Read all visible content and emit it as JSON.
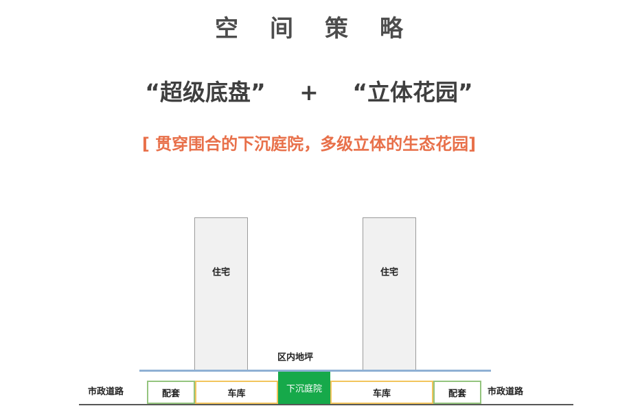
{
  "title": "空间策略",
  "subtitle": {
    "left": "“超级底盘”",
    "plus": "+",
    "right": "“立体花园”"
  },
  "tagline": "[  贯穿围合的下沉庭院，多级立体的生态花园]",
  "diagram": {
    "tower_left_label": "住宅",
    "tower_right_label": "住宅",
    "ground_label": "区内地坪",
    "road_left": "市政道路",
    "road_right": "市政道路",
    "facility_left": "配套",
    "garage_left": "车库",
    "sunken_court": "下沉庭院",
    "garage_right": "车库",
    "facility_right": "配套"
  },
  "colors": {
    "tagline": "#e8704a",
    "sunken_court": "#16a94a",
    "facility_outline": "#93c47d",
    "garage_outline": "#f2c45c",
    "ground_line": "#8fb0d4"
  }
}
